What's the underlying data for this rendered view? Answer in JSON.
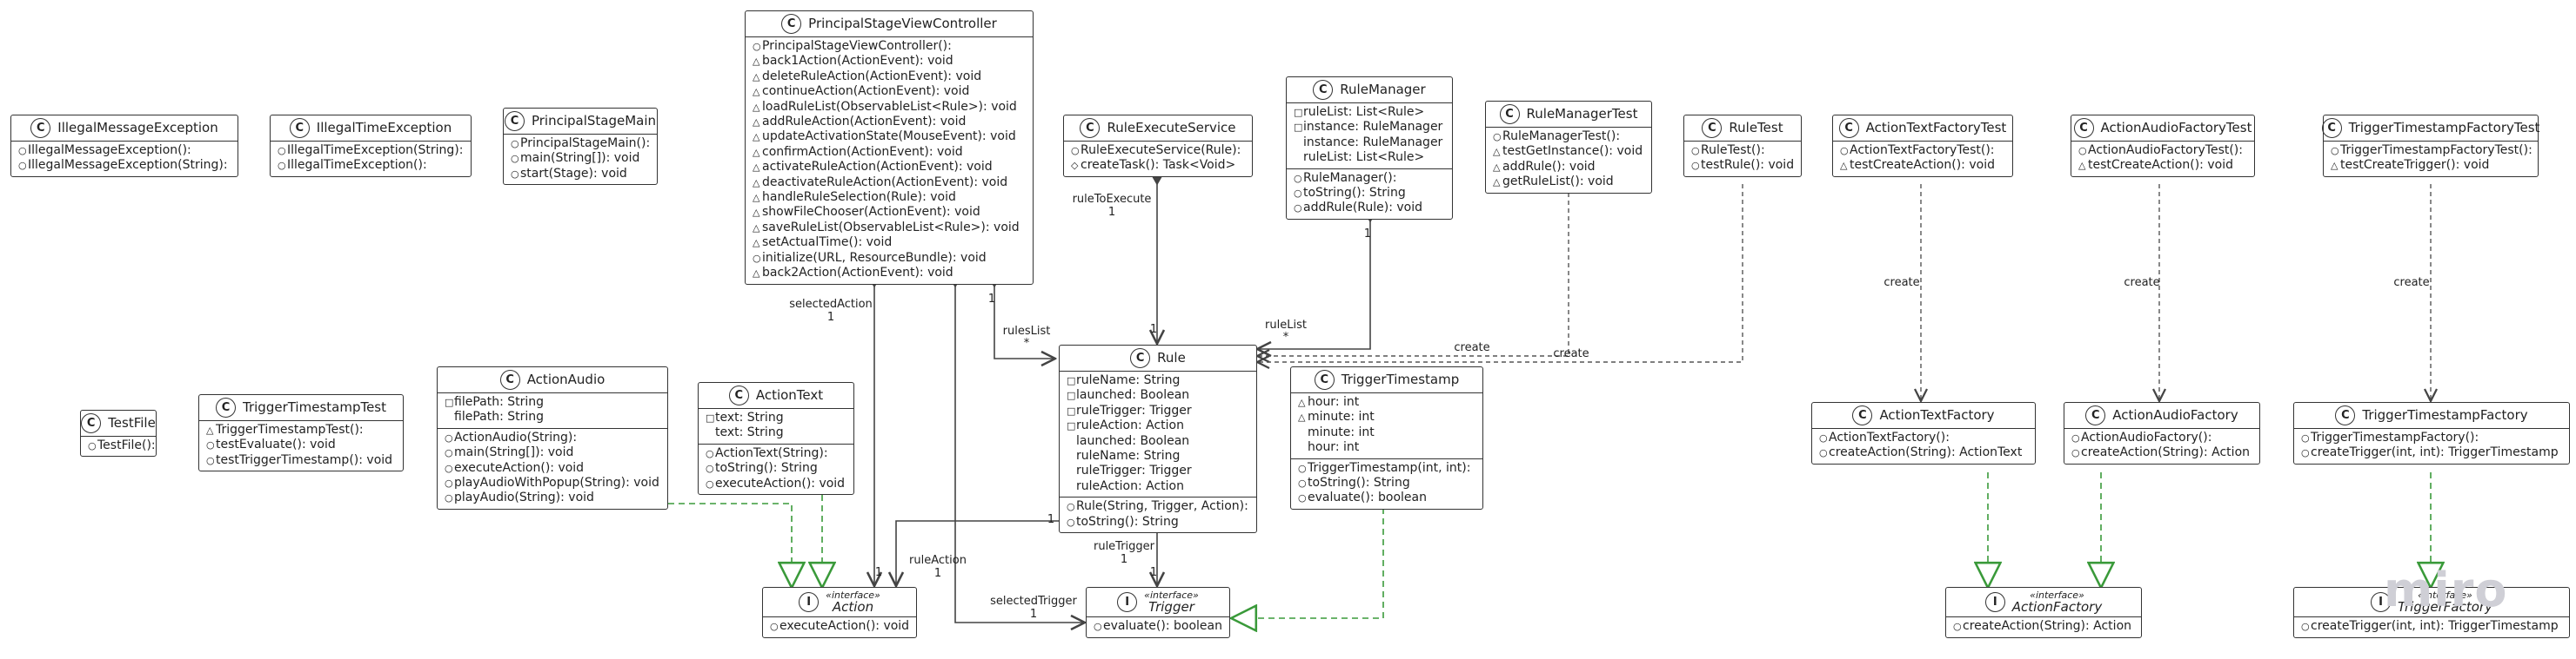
{
  "vis": {
    "public": "○",
    "protected": "◇",
    "package": "△",
    "private": "□",
    "none": ""
  },
  "watermark": "miro",
  "classes": [
    {
      "id": "IllegalMessageException",
      "name": "IllegalMessageException",
      "kind": "C",
      "fields": [],
      "methods": [
        [
          "public",
          "IllegalMessageException():"
        ],
        [
          "public",
          "IllegalMessageException(String):"
        ]
      ]
    },
    {
      "id": "IllegalTimeException",
      "name": "IllegalTimeException",
      "kind": "C",
      "fields": [],
      "methods": [
        [
          "public",
          "IllegalTimeException(String):"
        ],
        [
          "public",
          "IllegalTimeException():"
        ]
      ]
    },
    {
      "id": "PrincipalStageMain",
      "name": "PrincipalStageMain",
      "kind": "C",
      "fields": [],
      "methods": [
        [
          "public",
          "PrincipalStageMain():"
        ],
        [
          "public",
          "main(String[]): void"
        ],
        [
          "public",
          "start(Stage): void"
        ]
      ]
    },
    {
      "id": "PrincipalStageViewController",
      "name": "PrincipalStageViewController",
      "kind": "C",
      "fields": [],
      "methods": [
        [
          "public",
          "PrincipalStageViewController():"
        ],
        [
          "package",
          "back1Action(ActionEvent): void"
        ],
        [
          "package",
          "deleteRuleAction(ActionEvent): void"
        ],
        [
          "package",
          "continueAction(ActionEvent): void"
        ],
        [
          "package",
          "loadRuleList(ObservableList<Rule>): void"
        ],
        [
          "package",
          "addRuleAction(ActionEvent): void"
        ],
        [
          "package",
          "updateActivationState(MouseEvent): void"
        ],
        [
          "package",
          "confirmAction(ActionEvent): void"
        ],
        [
          "package",
          "activateRuleAction(ActionEvent): void"
        ],
        [
          "package",
          "deactivateRuleAction(ActionEvent): void"
        ],
        [
          "package",
          "handleRuleSelection(Rule): void"
        ],
        [
          "package",
          "showFileChooser(ActionEvent): void"
        ],
        [
          "package",
          "saveRuleList(ObservableList<Rule>): void"
        ],
        [
          "package",
          "setActualTime(): void"
        ],
        [
          "public",
          "initialize(URL, ResourceBundle): void"
        ],
        [
          "package",
          "back2Action(ActionEvent): void"
        ]
      ]
    },
    {
      "id": "RuleExecuteService",
      "name": "RuleExecuteService",
      "kind": "C",
      "fields": [],
      "methods": [
        [
          "public",
          "RuleExecuteService(Rule):"
        ],
        [
          "protected",
          "createTask(): Task<Void>"
        ]
      ]
    },
    {
      "id": "RuleManager",
      "name": "RuleManager",
      "kind": "C",
      "fields": [
        [
          "private",
          "ruleList: List<Rule>"
        ],
        [
          "private",
          "instance: RuleManager"
        ],
        [
          "none",
          "instance: RuleManager"
        ],
        [
          "none",
          "ruleList: List<Rule>"
        ]
      ],
      "methods": [
        [
          "public",
          "RuleManager():"
        ],
        [
          "public",
          "toString(): String"
        ],
        [
          "public",
          "addRule(Rule): void"
        ]
      ]
    },
    {
      "id": "RuleManagerTest",
      "name": "RuleManagerTest",
      "kind": "C",
      "fields": [],
      "methods": [
        [
          "public",
          "RuleManagerTest():"
        ],
        [
          "package",
          "testGetInstance(): void"
        ],
        [
          "package",
          "addRule(): void"
        ],
        [
          "package",
          "getRuleList(): void"
        ]
      ]
    },
    {
      "id": "RuleTest",
      "name": "RuleTest",
      "kind": "C",
      "fields": [],
      "methods": [
        [
          "public",
          "RuleTest():"
        ],
        [
          "public",
          "testRule(): void"
        ]
      ]
    },
    {
      "id": "ActionTextFactoryTest",
      "name": "ActionTextFactoryTest",
      "kind": "C",
      "fields": [],
      "methods": [
        [
          "public",
          "ActionTextFactoryTest():"
        ],
        [
          "package",
          "testCreateAction(): void"
        ]
      ]
    },
    {
      "id": "ActionAudioFactoryTest",
      "name": "ActionAudioFactoryTest",
      "kind": "C",
      "fields": [],
      "methods": [
        [
          "public",
          "ActionAudioFactoryTest():"
        ],
        [
          "package",
          "testCreateAction(): void"
        ]
      ]
    },
    {
      "id": "TriggerTimestampFactoryTest",
      "name": "TriggerTimestampFactoryTest",
      "kind": "C",
      "fields": [],
      "methods": [
        [
          "public",
          "TriggerTimestampFactoryTest():"
        ],
        [
          "package",
          "testCreateTrigger(): void"
        ]
      ]
    },
    {
      "id": "TestFile",
      "name": "TestFile",
      "kind": "C",
      "fields": [],
      "methods": [
        [
          "public",
          "TestFile():"
        ]
      ]
    },
    {
      "id": "TriggerTimestampTest",
      "name": "TriggerTimestampTest",
      "kind": "C",
      "fields": [],
      "methods": [
        [
          "package",
          "TriggerTimestampTest():"
        ],
        [
          "public",
          "testEvaluate(): void"
        ],
        [
          "public",
          "testTriggerTimestamp(): void"
        ]
      ]
    },
    {
      "id": "ActionAudio",
      "name": "ActionAudio",
      "kind": "C",
      "fields": [
        [
          "private",
          "filePath: String"
        ],
        [
          "none",
          "filePath: String"
        ]
      ],
      "methods": [
        [
          "public",
          "ActionAudio(String):"
        ],
        [
          "public",
          "main(String[]): void"
        ],
        [
          "public",
          "executeAction(): void"
        ],
        [
          "public",
          "playAudioWithPopup(String): void"
        ],
        [
          "public",
          "playAudio(String): void"
        ]
      ]
    },
    {
      "id": "ActionText",
      "name": "ActionText",
      "kind": "C",
      "fields": [
        [
          "private",
          "text: String"
        ],
        [
          "none",
          "text: String"
        ]
      ],
      "methods": [
        [
          "public",
          "ActionText(String):"
        ],
        [
          "public",
          "toString(): String"
        ],
        [
          "public",
          "executeAction(): void"
        ]
      ]
    },
    {
      "id": "Rule",
      "name": "Rule",
      "kind": "C",
      "fields": [
        [
          "private",
          "ruleName: String"
        ],
        [
          "private",
          "launched: Boolean"
        ],
        [
          "private",
          "ruleTrigger: Trigger"
        ],
        [
          "private",
          "ruleAction: Action"
        ],
        [
          "none",
          "launched: Boolean"
        ],
        [
          "none",
          "ruleName: String"
        ],
        [
          "none",
          "ruleTrigger: Trigger"
        ],
        [
          "none",
          "ruleAction: Action"
        ]
      ],
      "methods": [
        [
          "public",
          "Rule(String, Trigger, Action):"
        ],
        [
          "public",
          "toString(): String"
        ]
      ]
    },
    {
      "id": "TriggerTimestamp",
      "name": "TriggerTimestamp",
      "kind": "C",
      "fields": [
        [
          "package",
          "hour: int"
        ],
        [
          "package",
          "minute: int"
        ],
        [
          "none",
          "minute: int"
        ],
        [
          "none",
          "hour: int"
        ]
      ],
      "methods": [
        [
          "public",
          "TriggerTimestamp(int, int):"
        ],
        [
          "public",
          "toString(): String"
        ],
        [
          "public",
          "evaluate(): boolean"
        ]
      ]
    },
    {
      "id": "ActionTextFactory",
      "name": "ActionTextFactory",
      "kind": "C",
      "fields": [],
      "methods": [
        [
          "public",
          "ActionTextFactory():"
        ],
        [
          "public",
          "createAction(String): ActionText"
        ]
      ]
    },
    {
      "id": "ActionAudioFactory",
      "name": "ActionAudioFactory",
      "kind": "C",
      "fields": [],
      "methods": [
        [
          "public",
          "ActionAudioFactory():"
        ],
        [
          "public",
          "createAction(String): Action"
        ]
      ]
    },
    {
      "id": "TriggerTimestampFactory",
      "name": "TriggerTimestampFactory",
      "kind": "C",
      "fields": [],
      "methods": [
        [
          "public",
          "TriggerTimestampFactory():"
        ],
        [
          "public",
          "createTrigger(int, int): TriggerTimestamp"
        ]
      ]
    },
    {
      "id": "Action",
      "name": "Action",
      "kind": "I",
      "stereotype": "«interface»",
      "fields": [],
      "methods": [
        [
          "public",
          "executeAction(): void"
        ]
      ]
    },
    {
      "id": "Trigger",
      "name": "Trigger",
      "kind": "I",
      "stereotype": "«interface»",
      "fields": [],
      "methods": [
        [
          "public",
          "evaluate(): boolean"
        ]
      ]
    },
    {
      "id": "ActionFactory",
      "name": "ActionFactory",
      "kind": "I",
      "stereotype": "«interface»",
      "fields": [],
      "methods": [
        [
          "public",
          "createAction(String): Action"
        ]
      ]
    },
    {
      "id": "TriggerFactory",
      "name": "TriggerFactory",
      "kind": "I",
      "stereotype": "«interface»",
      "fields": [],
      "methods": [
        [
          "public",
          "createTrigger(int, int): TriggerTimestamp"
        ]
      ]
    }
  ],
  "relation_labels": {
    "selectedAction": "selectedAction",
    "selectedAction_mult": "1",
    "rulesList": "rulesList",
    "rulesList_mult": "*",
    "rulesList_src_mult": "1",
    "ruleToExecute": "ruleToExecute",
    "ruleToExecute_mult": "1",
    "ruleToExecute_dst_mult": "1",
    "ruleList": "ruleList",
    "ruleList_mult": "*",
    "ruleList_src_mult": "1",
    "create1": "create",
    "create2": "create",
    "create3": "create",
    "create4": "create",
    "create5": "create",
    "ruleAction": "ruleAction",
    "ruleAction_mult": "1",
    "ruleAction_dst_mult": "1",
    "ruleTrigger": "ruleTrigger",
    "ruleTrigger_mult": "1",
    "ruleTrigger_dst_mult": "1",
    "selectedTrigger": "selectedTrigger",
    "selectedTrigger_mult": "1",
    "action_dst_mult": "1"
  }
}
